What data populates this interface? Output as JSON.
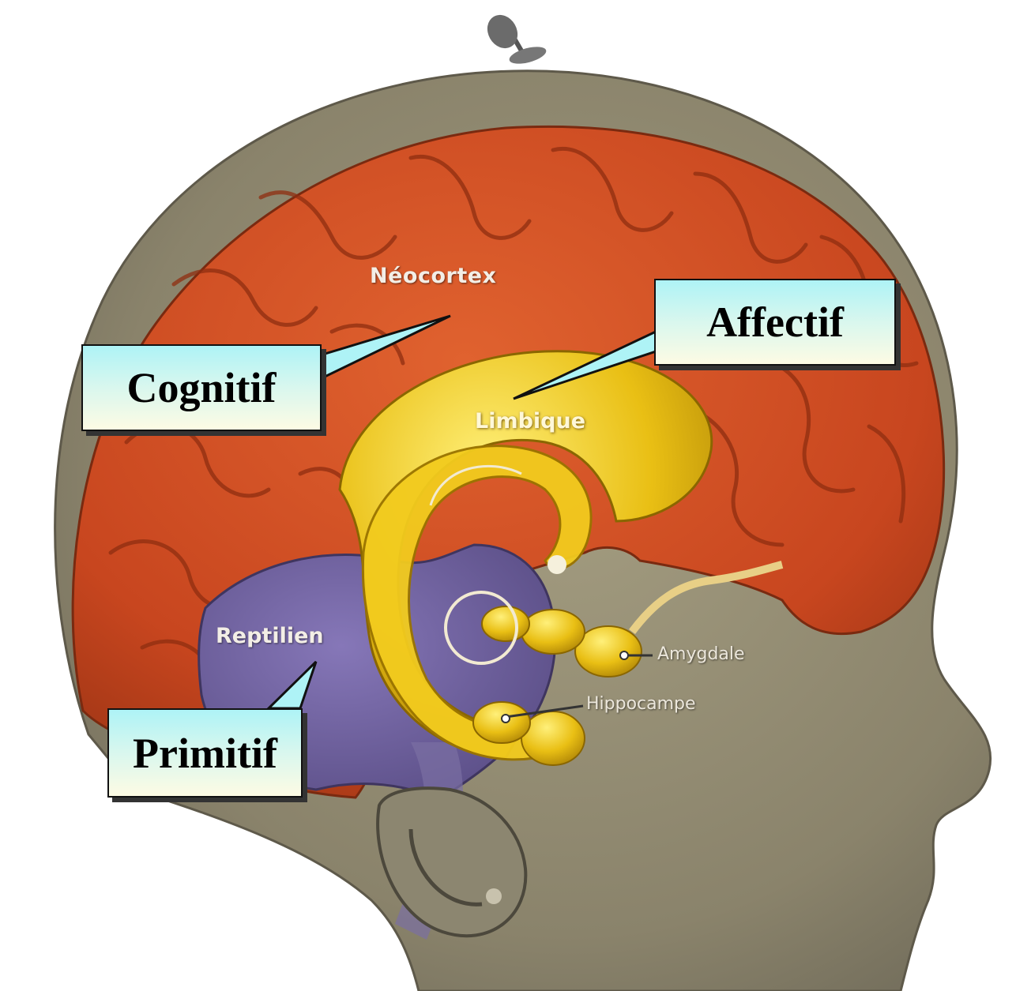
{
  "labels": {
    "neocortex": "Néocortex",
    "limbique": "Limbique",
    "reptilien": "Reptilien",
    "amygdale": "Amygdale",
    "hippocampe": "Hippocampe"
  },
  "callouts": {
    "cognitif": "Cognitif",
    "affectif": "Affectif",
    "primitif": "Primitif"
  },
  "colors": {
    "skin": "#8e8770",
    "neocortex": "#c94a26",
    "limbic": "#e7bd12",
    "reptilian": "#6a5c9d",
    "callout_top": "#aef3f6",
    "callout_bottom": "#fdfbe4"
  }
}
